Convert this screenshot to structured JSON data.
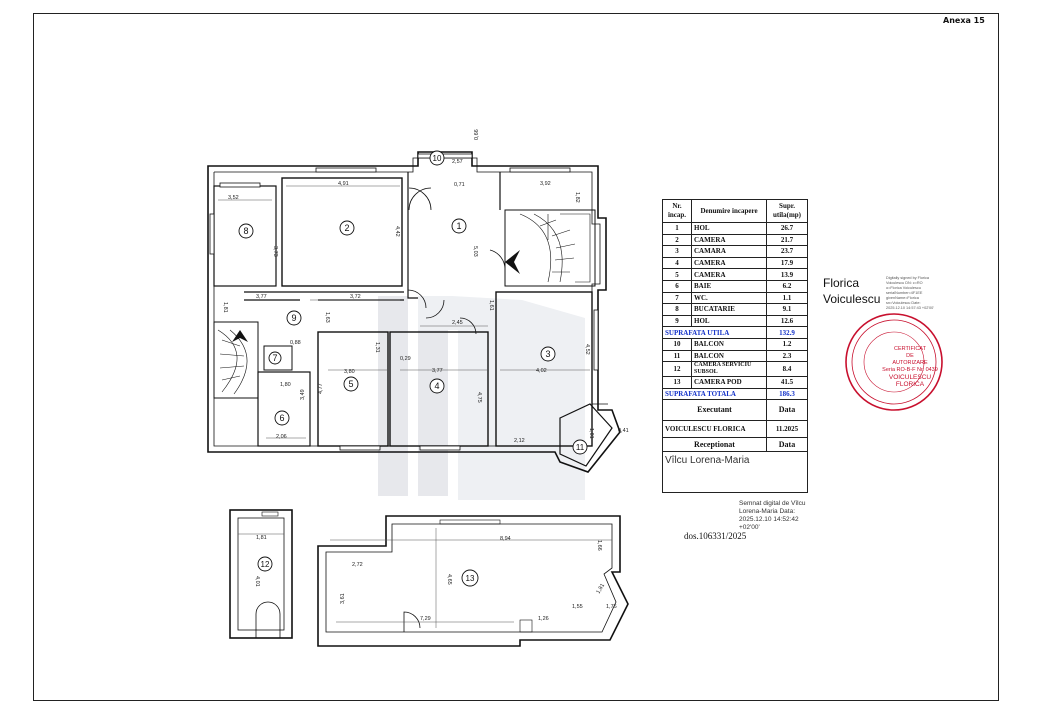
{
  "annex": "Anexa 15",
  "rooms": {
    "r1": "1",
    "r2": "2",
    "r3": "3",
    "r4": "4",
    "r5": "5",
    "r6": "6",
    "r7": "7",
    "r8": "8",
    "r9": "9",
    "r10": "10",
    "r11": "11",
    "r12": "12",
    "r13": "13"
  },
  "dimensions": {
    "d1": "3,52",
    "d2": "3,73",
    "d3": "4,91",
    "d4": "4,42",
    "d5": "2,57",
    "d6": "0,66",
    "d7": "0,71",
    "d8": "3,92",
    "d9": "1,82",
    "d10": "5,03",
    "d11": "1,81",
    "d12": "3,77",
    "d13": "3,72",
    "d14": "1,63",
    "d15": "2,45",
    "d16": "1,61",
    "d17": "0,88",
    "d18": "1,31",
    "d19": "0,29",
    "d20": "3,80",
    "d21": "3,77",
    "d22": "4,02",
    "d23": "4,52",
    "d24": "4,77",
    "d25": "3,49",
    "d26": "4,75",
    "d27": "1,80",
    "d28": "2,06",
    "d29": "2,12",
    "d30": "1,01",
    "d31": "0,41",
    "d32": "1,81",
    "d33": "4,01",
    "d34": "8,94",
    "d35": "2,72",
    "d36": "4,65",
    "d37": "1,66",
    "d38": "3,61",
    "d39": "7,29",
    "d40": "1,26",
    "d41": "1,55",
    "d42": "1,81",
    "d43": "1,76"
  },
  "legend": {
    "headers": {
      "nr": "Nr. incap.",
      "name": "Denumire incapere",
      "area": "Supr. utila(mp)"
    },
    "rows": [
      {
        "nr": "1",
        "name": "HOL",
        "area": "26.7"
      },
      {
        "nr": "2",
        "name": "CAMERA",
        "area": "21.7"
      },
      {
        "nr": "3",
        "name": "CAMARA",
        "area": "23.7"
      },
      {
        "nr": "4",
        "name": "CAMERA",
        "area": "17.9"
      },
      {
        "nr": "5",
        "name": "CAMERA",
        "area": "13.9"
      },
      {
        "nr": "6",
        "name": "BAIE",
        "area": "6.2"
      },
      {
        "nr": "7",
        "name": "WC.",
        "area": "1.1"
      },
      {
        "nr": "8",
        "name": "BUCATARIE",
        "area": "9.1"
      },
      {
        "nr": "9",
        "name": "HOL",
        "area": "12.6"
      }
    ],
    "useful_label": "SUPRAFATA UTILA",
    "useful_value": "132.9",
    "rows2": [
      {
        "nr": "10",
        "name": "BALCON",
        "area": "1.2"
      },
      {
        "nr": "11",
        "name": "BALCON",
        "area": "2.3"
      },
      {
        "nr": "12",
        "name": "CAMERA SERVICIU SUBSOL",
        "area": "8.4"
      },
      {
        "nr": "13",
        "name": "CAMERA POD",
        "area": "41.5"
      }
    ],
    "total_label": "SUPRAFATA TOTALA",
    "total_value": "186.3",
    "executant_label": "Executant",
    "date_label": "Data",
    "executant_name": "VOICULESCU FLORICA",
    "executant_date": "11.2025",
    "receptionat_label": "Receptionat",
    "receptionat_date_label": "Data",
    "receptionat_name": "Vîlcu Lorena-Maria",
    "receptionat_signature": "Semnat digital de Vîlcu Lorena-Maria Data: 2025.12.10 14:52:42 +02'00'"
  },
  "dos": "dos.106331/2025",
  "owner_signature": "Florica Voiculescu",
  "sig_note": "Digitally signed by Florica Voiculescu DN: c=RO o=Florica Voiculescu serialNumber=4F1EE givenName=Florica sn=Voiculescu Date: 2025.12.10 14:57:43 +02'00'",
  "stamp": {
    "line1": "CERTIFICAT",
    "line2": "DE",
    "line3": "AUTORIZARE",
    "line4": "Seria RO-B-F Nr. 0439",
    "line5": "VOICULESCU",
    "line6": "FLORICA"
  },
  "colors": {
    "stamp": "#c8102e",
    "sum_text": "#1533c8",
    "watermark": "#e6e6ea"
  }
}
